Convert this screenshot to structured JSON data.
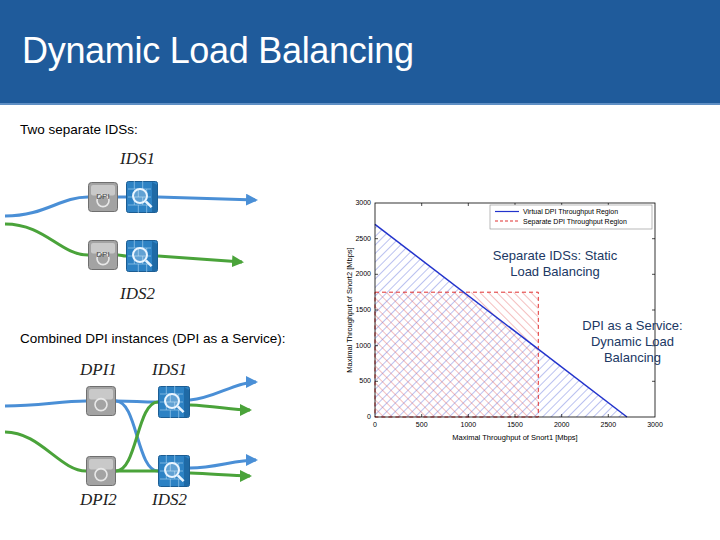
{
  "diagram": {
    "title": "Dynamic Load Balancing",
    "nodes": [
      {
        "text": [
          "DPI"
        ]
      },
      {
        "text": [
          "IDS1"
        ]
      },
      {
        "text": [
          "DPI"
        ]
      },
      {
        "text": [
          "IDS2"
        ]
      },
      {
        "text": [
          "DPI1"
        ]
      },
      {
        "text": [
          "IDS1"
        ]
      },
      {
        "text": [
          "DPI2"
        ]
      },
      {
        "text": [
          "IDS2"
        ]
      }
    ],
    "edges": [
      {
        "from": 0,
        "to": 1,
        "arrow": "none"
      },
      {
        "from": 2,
        "to": 3,
        "arrow": "none"
      },
      {
        "from": 4,
        "to": 5,
        "arrow": "none"
      },
      {
        "from": 4,
        "to": 7,
        "arrow": "none"
      },
      {
        "from": 6,
        "to": 5,
        "arrow": "none"
      },
      {
        "from": 6,
        "to": 7,
        "arrow": "none"
      }
    ],
    "labels": [
      "Two separate IDSs:",
      "Combined DPI instances (DPI as a Service):",
      "Separate IDSs: Static Load Balancing",
      "DPI as a Service: Dynamic Load Balancing",
      "3000",
      "2500",
      "2000",
      "1500",
      "1000",
      "500",
      "0",
      "Maximal Throughput of Snort2 [Mbps]",
      "0",
      "500",
      "1000",
      "1500",
      "2000",
      "2500",
      "3000",
      "Maximal Throughput of Snort1 [Mbps]"
    ],
    "legend": [
      {
        "text": "Virtual DPI Throughput Region"
      },
      {
        "text": "Separate DPI Throughput Region"
      }
    ]
  }
}
